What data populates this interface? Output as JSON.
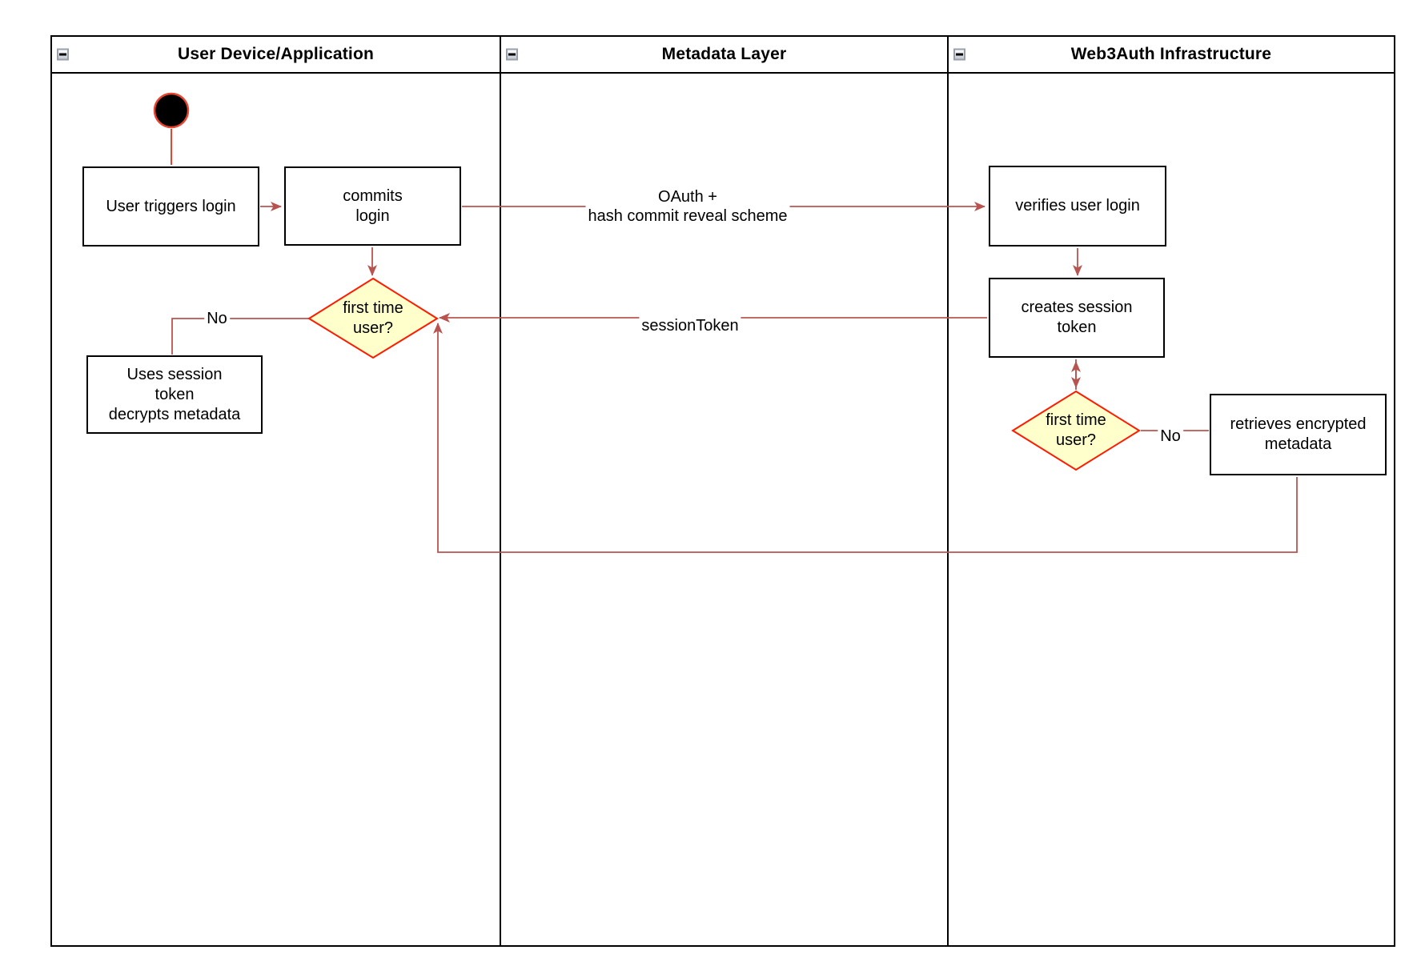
{
  "diagram": {
    "lanes": [
      {
        "title": "User Device/Application"
      },
      {
        "title": "Metadata Layer"
      },
      {
        "title": "Web3Auth Infrastructure"
      }
    ],
    "nodes": {
      "user_triggers_login": {
        "label": "User triggers login"
      },
      "commits_login": {
        "label": "commits\nlogin"
      },
      "first_time_user_1": {
        "label": "first time\nuser?"
      },
      "uses_session_token": {
        "label": "Uses session\ntoken\ndecrypts metadata"
      },
      "verifies_user_login": {
        "label": "verifies user login"
      },
      "creates_session_token": {
        "label": "creates session\ntoken"
      },
      "first_time_user_2": {
        "label": "first time\nuser?"
      },
      "retrieves_encrypted_metadata": {
        "label": "retrieves encrypted\nmetadata"
      }
    },
    "edge_labels": {
      "oauth": "OAuth +\nhash commit reveal scheme",
      "session_token": "sessionToken",
      "no_first_lane": "No",
      "no_third_lane": "No"
    },
    "colors": {
      "connector": "#b85450",
      "decision_stroke": "#ff1a00",
      "decision_fill": "#ffffcc",
      "start_stroke": "#e8442f",
      "start_fill": "#000000",
      "node_border": "#000000",
      "lane_border": "#000000"
    }
  }
}
